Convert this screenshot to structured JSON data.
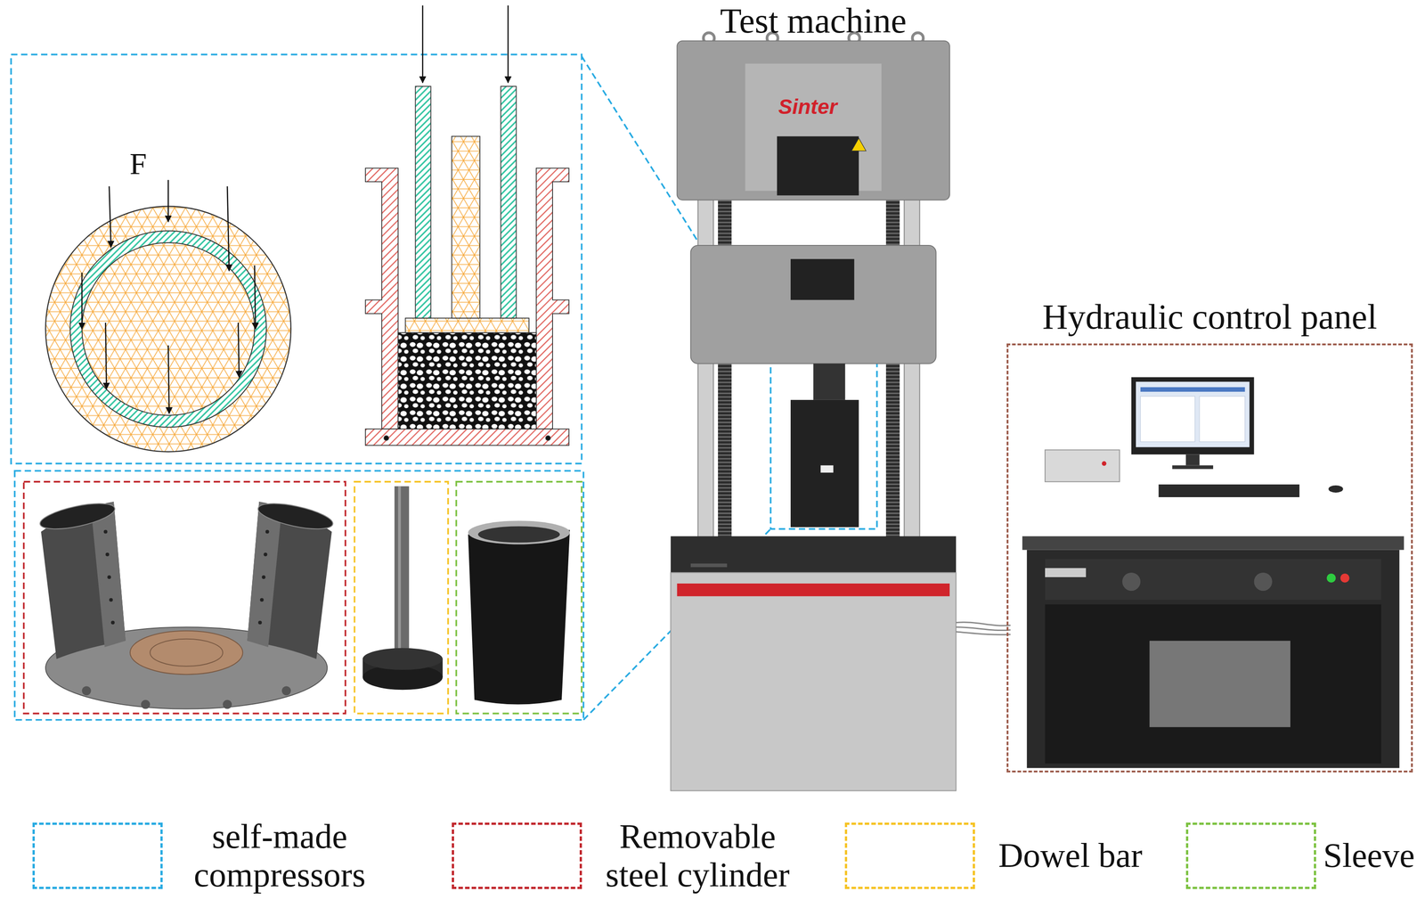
{
  "diagram": {
    "nodes": [
      {
        "text": [
          "Hydraulic control panel"
        ]
      }
    ],
    "labels": [
      "Test machine",
      "F",
      "Sinter"
    ],
    "legend": [
      {
        "text": "self-made compressors",
        "color": "#29abe2"
      },
      {
        "text": "Removable steel cylinder",
        "color": "#c1272d"
      },
      {
        "text": "Dowel bar",
        "color": "#f6c324"
      },
      {
        "text": "Sleeve",
        "color": "#7dc242"
      }
    ]
  }
}
